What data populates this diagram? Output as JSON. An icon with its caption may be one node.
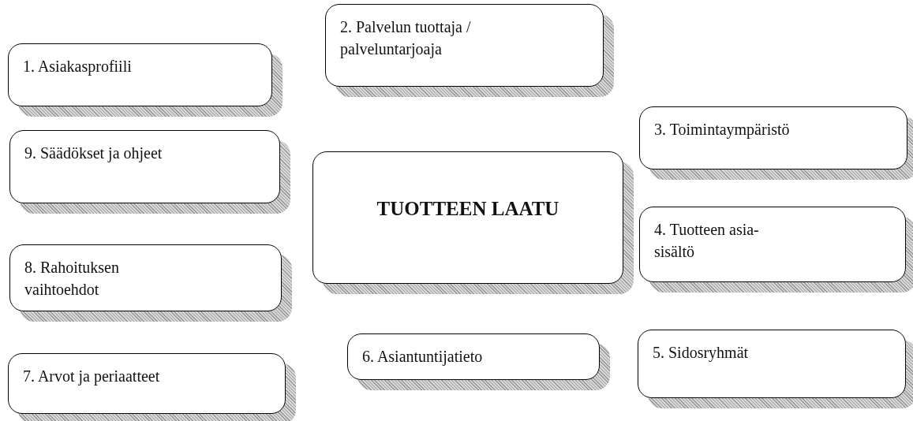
{
  "diagram": {
    "nodes": [
      {
        "text": [
          "2. Palvelun tuottaja / palveluntarjoaja"
        ]
      },
      {
        "text": [
          "1. Asiakasprofiili"
        ]
      },
      {
        "text": [
          "3. Toimintaympäristö"
        ]
      },
      {
        "text": [
          "9. Säädökset ja ohjeet"
        ]
      },
      {
        "text": [
          "TUOTTEEN LAATU"
        ]
      },
      {
        "text": [
          "4. Tuotteen asia-sisältö"
        ]
      },
      {
        "text": [
          "8. Rahoituksen vaihtoehdot"
        ]
      },
      {
        "text": [
          "5. Sidosryhmät"
        ]
      },
      {
        "text": [
          "6. Asiantuntijatieto"
        ]
      },
      {
        "text": [
          "7. Arvot ja periaatteet"
        ]
      }
    ]
  }
}
